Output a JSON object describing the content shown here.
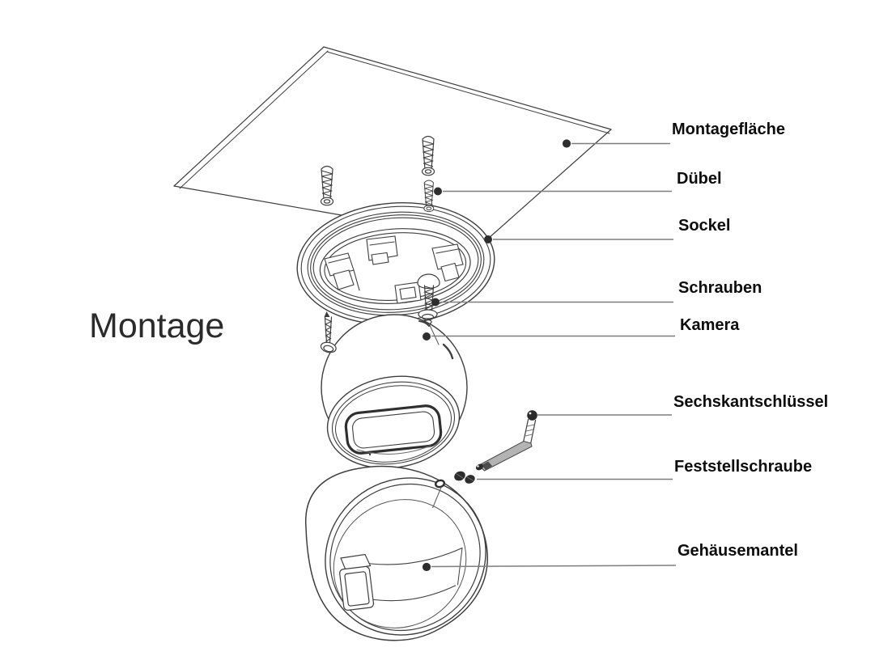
{
  "title": {
    "text": "Montage"
  },
  "diagram": {
    "labels": [
      {
        "id": "montageflaeche",
        "text": "Montagefläche"
      },
      {
        "id": "duebel",
        "text": "Dübel"
      },
      {
        "id": "sockel",
        "text": "Sockel"
      },
      {
        "id": "schrauben",
        "text": "Schrauben"
      },
      {
        "id": "kamera",
        "text": "Kamera"
      },
      {
        "id": "sechskantschluessel",
        "text": "Sechskantschlüssel"
      },
      {
        "id": "feststellschraube",
        "text": "Feststellschraube"
      },
      {
        "id": "gehaeusemantel",
        "text": "Gehäusemantel"
      }
    ],
    "colors": {
      "background": "#ffffff",
      "line_art": "#3e3e3e",
      "leader_line": "#7e7e7e",
      "marker_dot": "#2e2e2e",
      "label_text": "#0d0d0d",
      "title_text": "#2b2b2b"
    }
  }
}
